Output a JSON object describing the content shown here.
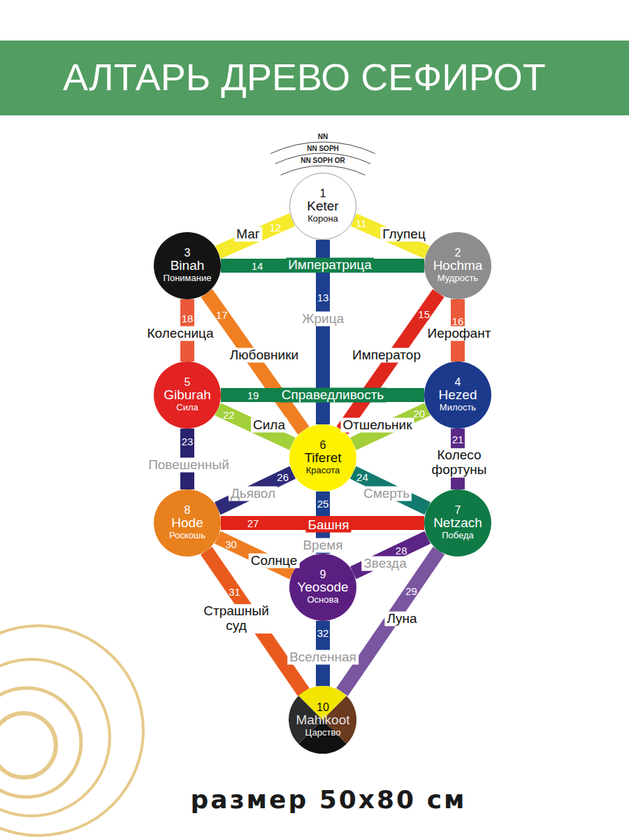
{
  "diagram": {
    "title": "АЛТАРЬ ДРЕВО СЕФИРОТ",
    "caption": "размер 50x80 см",
    "nodes": [
      {
        "text": [
          "1",
          "Keter",
          "Корона"
        ]
      },
      {
        "text": [
          "3",
          "Binah",
          "Понимание"
        ]
      },
      {
        "text": [
          "2",
          "Hochma",
          "Мудрость"
        ]
      },
      {
        "text": [
          "5",
          "Giburah",
          "Сила"
        ]
      },
      {
        "text": [
          "4",
          "Hezed",
          "Милость"
        ]
      },
      {
        "text": [
          "6",
          "Tiferet",
          "Красота"
        ]
      },
      {
        "text": [
          "8",
          "Hode",
          "Роскошь"
        ]
      },
      {
        "text": [
          "7",
          "Netzach",
          "Победа"
        ]
      },
      {
        "text": [
          "9",
          "Yeosode",
          "Основа"
        ]
      },
      {
        "text": [
          "10",
          "Mahlkoot",
          "Царство"
        ]
      }
    ],
    "edges": [
      {
        "from": 0,
        "to": 2,
        "arrow": "none",
        "label": "11"
      },
      {
        "from": 0,
        "to": 1,
        "arrow": "none",
        "label": "12"
      },
      {
        "from": 0,
        "to": 5,
        "arrow": "none",
        "label": "13"
      },
      {
        "from": 1,
        "to": 2,
        "arrow": "none",
        "label": "14"
      },
      {
        "from": 2,
        "to": 5,
        "arrow": "none",
        "label": "15"
      },
      {
        "from": 2,
        "to": 4,
        "arrow": "none",
        "label": "16"
      },
      {
        "from": 1,
        "to": 5,
        "arrow": "none",
        "label": "17"
      },
      {
        "from": 1,
        "to": 3,
        "arrow": "none",
        "label": "18"
      },
      {
        "from": 3,
        "to": 4,
        "arrow": "none",
        "label": "19"
      },
      {
        "from": 4,
        "to": 5,
        "arrow": "none",
        "label": "20"
      },
      {
        "from": 4,
        "to": 7,
        "arrow": "none",
        "label": "21"
      },
      {
        "from": 3,
        "to": 5,
        "arrow": "none",
        "label": "22"
      },
      {
        "from": 3,
        "to": 6,
        "arrow": "none",
        "label": "23"
      },
      {
        "from": 5,
        "to": 7,
        "arrow": "none",
        "label": "24"
      },
      {
        "from": 5,
        "to": 8,
        "arrow": "none",
        "label": "25"
      },
      {
        "from": 5,
        "to": 6,
        "arrow": "none",
        "label": "26"
      },
      {
        "from": 6,
        "to": 7,
        "arrow": "none",
        "label": "27"
      },
      {
        "from": 7,
        "to": 8,
        "arrow": "none",
        "label": "28"
      },
      {
        "from": 7,
        "to": 9,
        "arrow": "none",
        "label": "29"
      },
      {
        "from": 6,
        "to": 8,
        "arrow": "none",
        "label": "30"
      },
      {
        "from": 6,
        "to": 9,
        "arrow": "none",
        "label": "31"
      },
      {
        "from": 8,
        "to": 9,
        "arrow": "none",
        "label": "32"
      }
    ],
    "labels": [
      "NN",
      "NN SOPH",
      "NN SOPH OR",
      "Глупец",
      "Маг",
      "Жрица",
      "Императрица",
      "Император",
      "Иерофант",
      "Любовники",
      "Колесница",
      "Справедливость",
      "Отшельник",
      "Колесо фортуны",
      "Сила",
      "Повешенный",
      "Смерть",
      "Время",
      "Дьявол",
      "Башня",
      "Звезда",
      "Луна",
      "Солнце",
      "Страшный суд",
      "Вселенная"
    ]
  }
}
